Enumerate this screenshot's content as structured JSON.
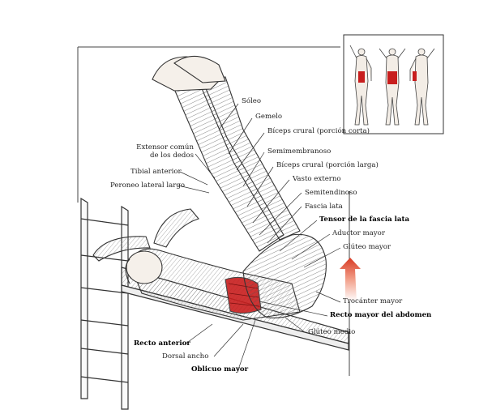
{
  "labels": {
    "soleo": "Sóleo",
    "gemelo": "Gemelo",
    "biceps_corta": "Bíceps crural (porción corta)",
    "extensor": "Extensor común\nde los dedos",
    "semimembranoso": "Semimembranoso",
    "biceps_larga": "Bíceps crural (porción larga)",
    "tibial": "Tibial anterior",
    "vasto": "Vasto externo",
    "peroneo": "Peroneo lateral largo",
    "semitendinoso": "Semitendinoso",
    "fascia": "Fascia lata",
    "tensor": "Tensor de la fascia lata",
    "aductor": "Aductor mayor",
    "gluteo_mayor": "Glúteo mayor",
    "trocanter": "Trocánter mayor",
    "recto_mayor": "Recto mayor del abdomen",
    "gluteo_medio": "Glúteo medio",
    "recto_anterior": "Recto anterior",
    "dorsal": "Dorsal ancho",
    "oblicuo": "Oblicuo mayor"
  },
  "colors": {
    "highlight": "#c81e1e",
    "arrow": "#e0503a",
    "line": "#333333"
  }
}
